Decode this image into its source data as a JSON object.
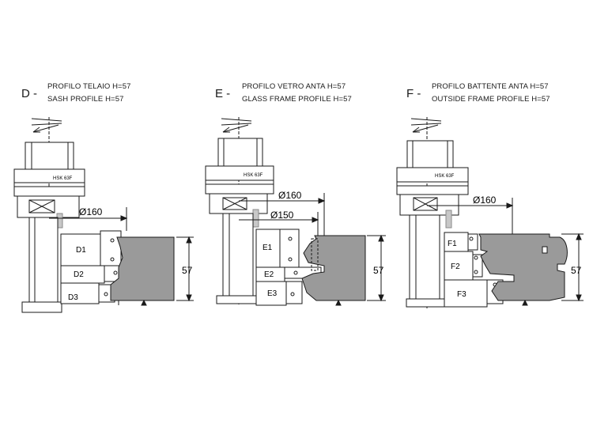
{
  "panels": [
    {
      "letter": "D -",
      "title_it": "PROFILO TELAIO  H=57",
      "title_en": "SASH PROFILE  H=57",
      "hsk": "HSK 63F",
      "dia_outer": "Ø160",
      "height": "57",
      "parts": [
        "D1",
        "D2",
        "D3"
      ]
    },
    {
      "letter": "E -",
      "title_it": "PROFILO VETRO ANTA  H=57",
      "title_en": "GLASS FRAME PROFILE  H=57",
      "hsk": "HSK 63F",
      "dia_outer": "Ø160",
      "dia_inner": "Ø150",
      "height": "57",
      "parts": [
        "E1",
        "E2",
        "E3"
      ]
    },
    {
      "letter": "F -",
      "title_it": "PROFILO BATTENTE ANTA  H=57",
      "title_en": "OUTSIDE FRAME PROFILE  H=57",
      "hsk": "HSK 63F",
      "dia_outer": "Ø160",
      "height": "57",
      "parts": [
        "F1",
        "F2",
        "F3"
      ]
    }
  ],
  "colors": {
    "line": "#1a1a1a",
    "workpiece": "#9a9a9a",
    "spindle_fill": "#ffffff",
    "hatch": "#8a8a8a"
  }
}
